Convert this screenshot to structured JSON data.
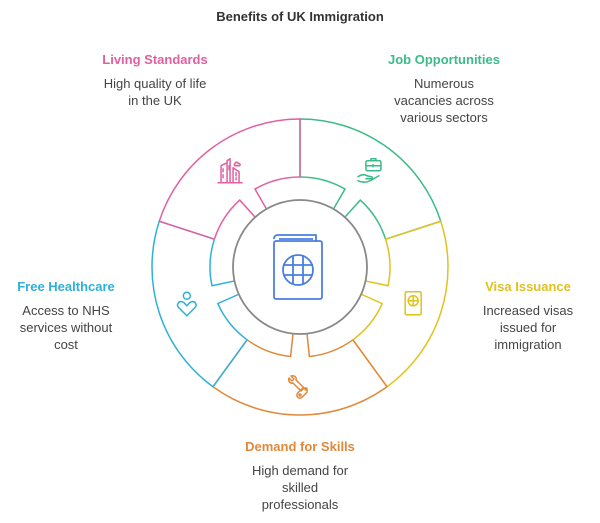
{
  "title": "Benefits of UK Immigration",
  "center": {
    "icon": "passport-icon",
    "color": "#4a7fe0"
  },
  "segments": [
    {
      "id": "job",
      "title": "Job Opportunities",
      "lines": [
        "Numerous",
        "vacancies across",
        "various sectors"
      ],
      "color": "#3cba88",
      "icon": "briefcase-hand-icon"
    },
    {
      "id": "visa",
      "title": "Visa Issuance",
      "lines": [
        "Increased visas",
        "issued for",
        "immigration"
      ],
      "color": "#e0c21c",
      "icon": "passport-document-icon"
    },
    {
      "id": "skills",
      "title": "Demand for Skills",
      "lines": [
        "High demand for",
        "skilled",
        "professionals"
      ],
      "color": "#e0893a",
      "icon": "tools-icon"
    },
    {
      "id": "health",
      "title": "Free Healthcare",
      "lines": [
        "Access to NHS",
        "services without",
        "cost"
      ],
      "color": "#2fb0d9",
      "icon": "heart-person-icon"
    },
    {
      "id": "living",
      "title": "Living Standards",
      "lines": [
        "High quality of life",
        "in the UK"
      ],
      "color": "#e060a0",
      "icon": "city-buildings-icon"
    }
  ]
}
